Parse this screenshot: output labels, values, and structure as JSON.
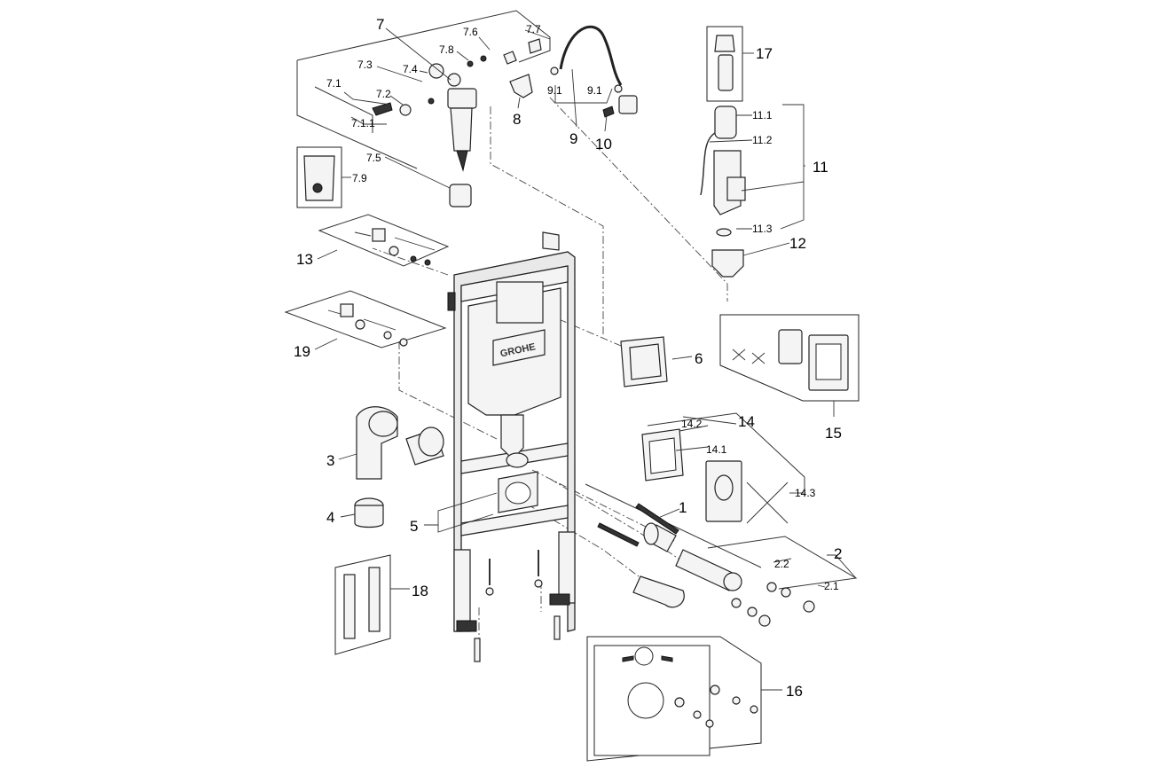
{
  "brand": "GROHE",
  "callouts": [
    {
      "id": "c1",
      "text": "1",
      "size": "big"
    },
    {
      "id": "c2",
      "text": "2",
      "size": "big"
    },
    {
      "id": "c2_1",
      "text": "2.1",
      "size": "small"
    },
    {
      "id": "c2_2",
      "text": "2.2",
      "size": "small"
    },
    {
      "id": "c3",
      "text": "3",
      "size": "big"
    },
    {
      "id": "c4",
      "text": "4",
      "size": "big"
    },
    {
      "id": "c5",
      "text": "5",
      "size": "big"
    },
    {
      "id": "c6",
      "text": "6",
      "size": "big"
    },
    {
      "id": "c7",
      "text": "7",
      "size": "big"
    },
    {
      "id": "c7_1",
      "text": "7.1",
      "size": "small"
    },
    {
      "id": "c7_1_1",
      "text": "7.1.1",
      "size": "small"
    },
    {
      "id": "c7_2",
      "text": "7.2",
      "size": "small"
    },
    {
      "id": "c7_3",
      "text": "7.3",
      "size": "small"
    },
    {
      "id": "c7_4",
      "text": "7.4",
      "size": "small"
    },
    {
      "id": "c7_5",
      "text": "7.5",
      "size": "small"
    },
    {
      "id": "c7_6",
      "text": "7.6",
      "size": "small"
    },
    {
      "id": "c7_7",
      "text": "7.7",
      "size": "small"
    },
    {
      "id": "c7_8",
      "text": "7.8",
      "size": "small"
    },
    {
      "id": "c7_9",
      "text": "7.9",
      "size": "small"
    },
    {
      "id": "c8",
      "text": "8",
      "size": "big"
    },
    {
      "id": "c9",
      "text": "9",
      "size": "big"
    },
    {
      "id": "c9_1a",
      "text": "9.1",
      "size": "small"
    },
    {
      "id": "c9_1b",
      "text": "9.1",
      "size": "small"
    },
    {
      "id": "c10",
      "text": "10",
      "size": "big"
    },
    {
      "id": "c11",
      "text": "11",
      "size": "big"
    },
    {
      "id": "c11_1",
      "text": "11.1",
      "size": "small"
    },
    {
      "id": "c11_2",
      "text": "11.2",
      "size": "small"
    },
    {
      "id": "c11_3",
      "text": "11.3",
      "size": "small"
    },
    {
      "id": "c12",
      "text": "12",
      "size": "big"
    },
    {
      "id": "c13",
      "text": "13",
      "size": "big"
    },
    {
      "id": "c14",
      "text": "14",
      "size": "big"
    },
    {
      "id": "c14_1",
      "text": "14.1",
      "size": "small"
    },
    {
      "id": "c14_2",
      "text": "14.2",
      "size": "small"
    },
    {
      "id": "c14_3",
      "text": "14.3",
      "size": "small"
    },
    {
      "id": "c15",
      "text": "15",
      "size": "big"
    },
    {
      "id": "c16",
      "text": "16",
      "size": "big"
    },
    {
      "id": "c17",
      "text": "17",
      "size": "big"
    },
    {
      "id": "c18",
      "text": "18",
      "size": "big"
    },
    {
      "id": "c19",
      "text": "19",
      "size": "big"
    }
  ]
}
